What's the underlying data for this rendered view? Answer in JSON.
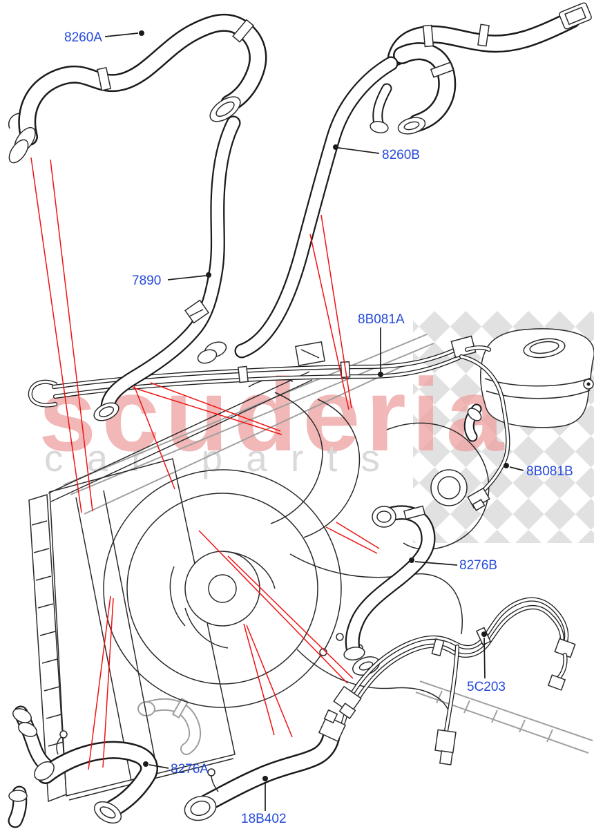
{
  "diagram": {
    "description": "Cooling system hoses parts diagram",
    "watermark": {
      "brand": "scuderia",
      "subtitle": "car parts"
    },
    "parts": [
      {
        "code": "8260A"
      },
      {
        "code": "8260B"
      },
      {
        "code": "7890"
      },
      {
        "code": "8B081A"
      },
      {
        "code": "8B081B"
      },
      {
        "code": "8276B"
      },
      {
        "code": "5C203"
      },
      {
        "code": "8276A"
      },
      {
        "code": "18B402"
      }
    ],
    "colors": {
      "label_blue": "#2449db",
      "locator_red": "#f01212",
      "line_black": "#1b1b1b",
      "watermark_pink": "#efa3a3",
      "watermark_gray": "#d9d9d9",
      "checker_gray": "#dcdcdc",
      "background": "#ffffff"
    }
  }
}
